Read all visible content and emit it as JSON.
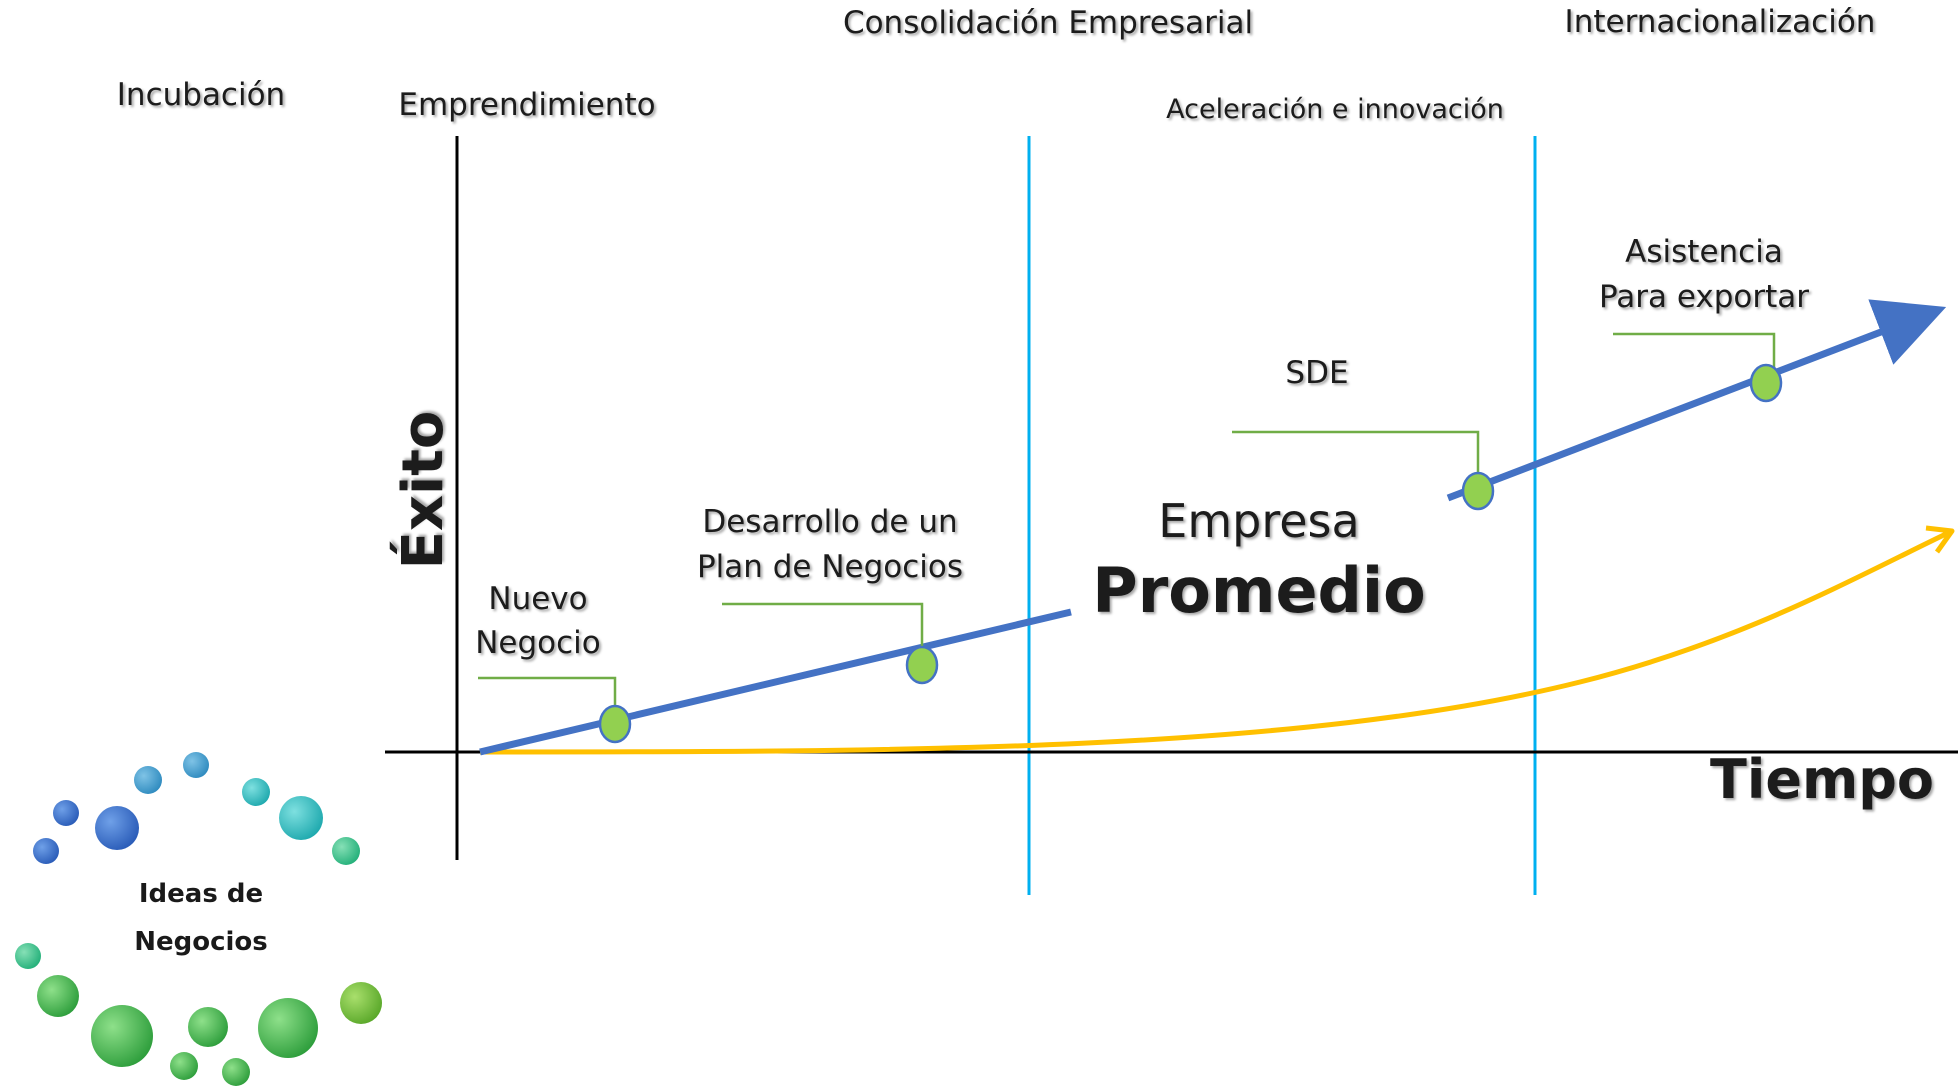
{
  "stages": {
    "incubacion": "Incubación",
    "emprendimiento": "Emprendimiento",
    "consolidacion": "Consolidación Empresarial",
    "aceleracion": "Aceleración e innovación",
    "internacionalizacion": "Internacionalización"
  },
  "axes": {
    "y_label": "Éxito",
    "x_label": "Tiempo"
  },
  "milestones": {
    "nuevo_negocio": [
      "Nuevo",
      "Negocio"
    ],
    "plan_negocios": [
      "Desarrollo de un",
      "Plan de Negocios"
    ],
    "sde": "SDE",
    "asistencia": [
      "Asistencia",
      "Para exportar"
    ]
  },
  "empresa_promedio": {
    "line1": "Empresa",
    "line2": "Promedio"
  },
  "ideas": {
    "line1": "Ideas de",
    "line2": "Negocios"
  },
  "colors": {
    "blue_line": "#4472C4",
    "yellow_curve": "#FFC000",
    "stage_divider": "#00B0F0",
    "milestone_fill": "#92D050",
    "callout_line": "#70AD47",
    "axis": "#000000"
  }
}
